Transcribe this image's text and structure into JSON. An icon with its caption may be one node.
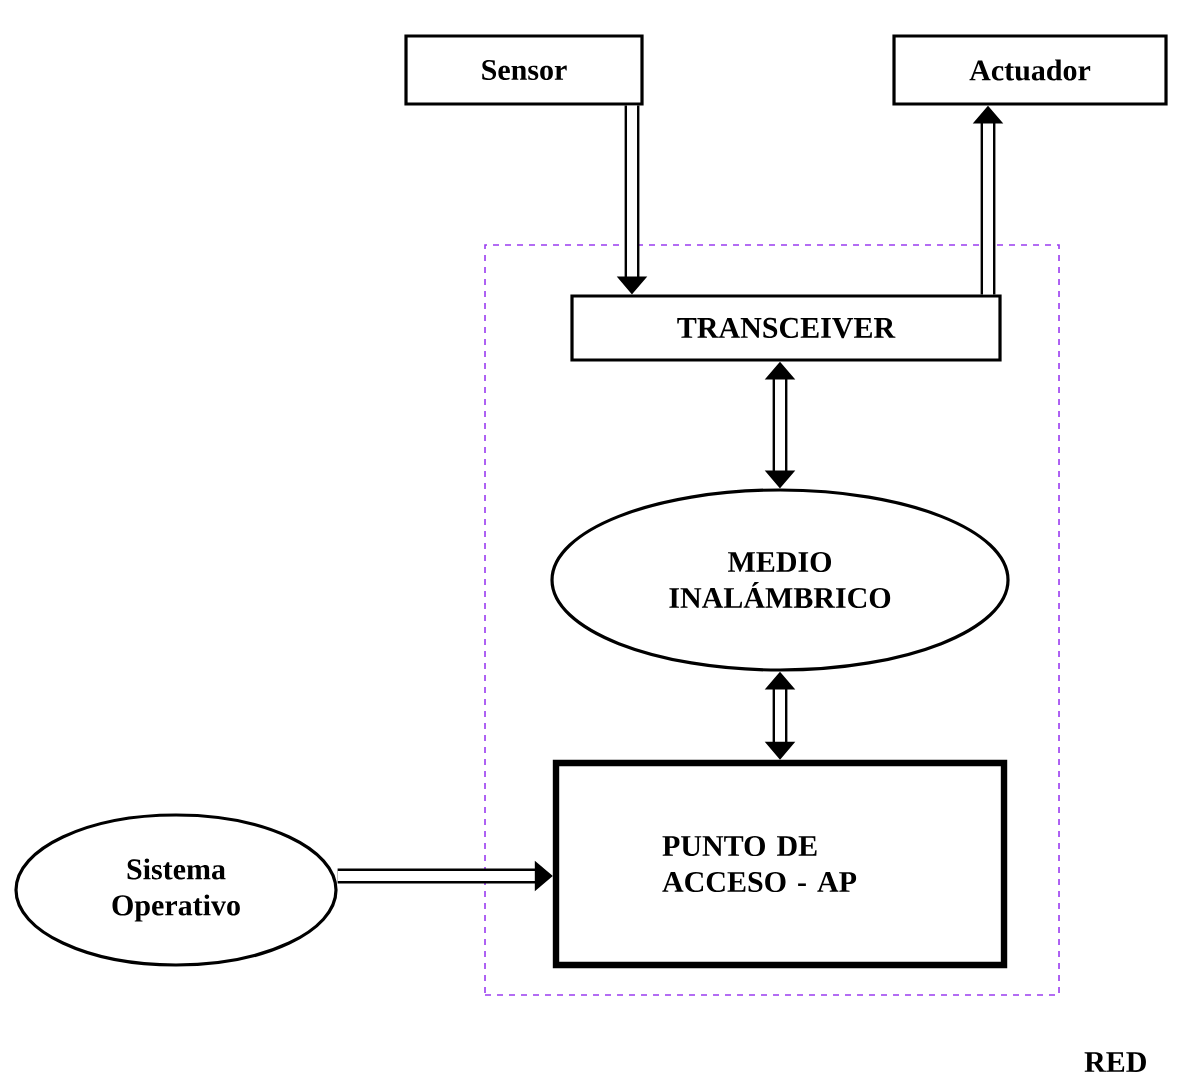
{
  "diagram": {
    "nodes": [
      {
        "text": [
          "Sensor"
        ]
      },
      {
        "text": [
          "Actuador"
        ]
      },
      {
        "text": [
          "RED"
        ]
      },
      {
        "text": [
          "TRANSCEIVER"
        ],
        "in": 2
      },
      {
        "text": [
          "MEDIO INALÁMBRICO"
        ],
        "in": 2
      },
      {
        "text": [
          "PUNTO DE ACCESO - AP"
        ],
        "in": 2
      },
      {
        "text": [
          "Sistema Operativo"
        ]
      }
    ],
    "edges": [
      {
        "from": 0,
        "to": 3,
        "arrow": "to"
      },
      {
        "from": 3,
        "to": 1,
        "arrow": "to"
      },
      {
        "from": 3,
        "to": 4,
        "arrow": "both"
      },
      {
        "from": 4,
        "to": 5,
        "arrow": "both"
      },
      {
        "from": 6,
        "to": 5,
        "arrow": "to"
      }
    ]
  }
}
